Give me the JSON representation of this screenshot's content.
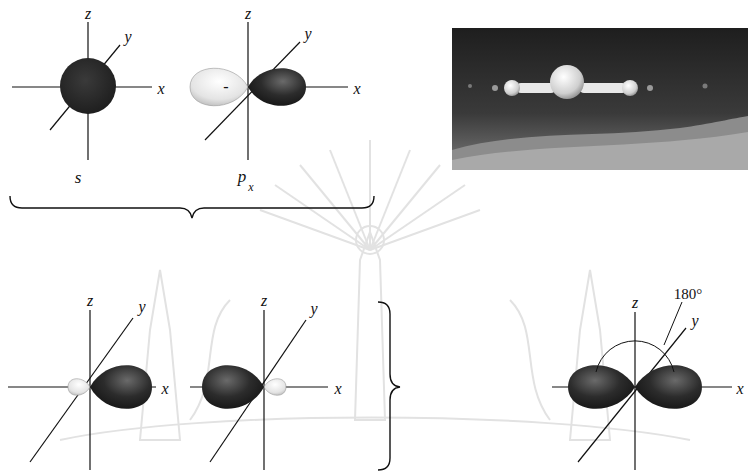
{
  "diagram": {
    "labels": [
      "z",
      "y",
      "x",
      "s",
      "z",
      "y",
      "x",
      "-",
      "p",
      "x",
      "z",
      "y",
      "x",
      "z",
      "y",
      "x",
      "z",
      "180°",
      "y",
      "x"
    ]
  }
}
